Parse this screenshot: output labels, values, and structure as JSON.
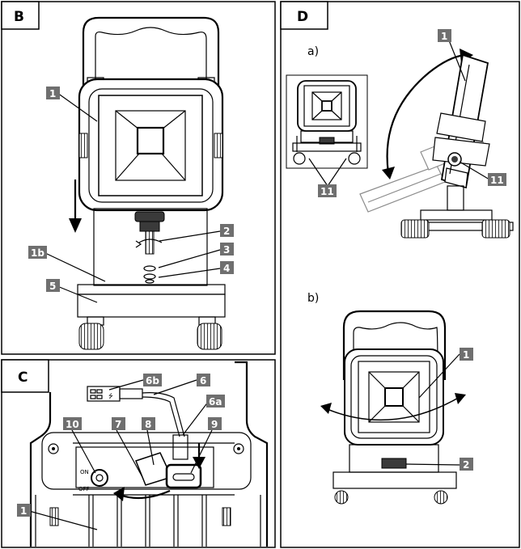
{
  "panels": {
    "B": {
      "label": "B",
      "callouts": [
        "1",
        "1b",
        "2",
        "3",
        "4",
        "5"
      ]
    },
    "C": {
      "label": "C",
      "callouts": [
        "6b",
        "6",
        "6a",
        "10",
        "7",
        "8",
        "9",
        "1"
      ],
      "switch_on": "ON",
      "switch_off": "OFF"
    },
    "D": {
      "label": "D",
      "sub_a": "a)",
      "sub_b": "b)",
      "callouts_a": [
        "1",
        "11",
        "11"
      ],
      "callouts_b": [
        "1",
        "2"
      ]
    }
  },
  "colors": {
    "callout_bg": "#6f6f6f",
    "line": "#000000",
    "fill_light": "#d9d9d9",
    "fill_dark": "#3a3a3a"
  }
}
